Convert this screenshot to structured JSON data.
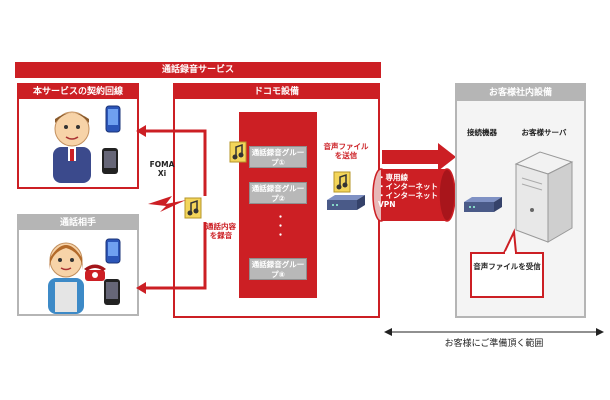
{
  "service": {
    "title": "通話録音サービス"
  },
  "contract_line": {
    "title": "本サービスの契約回線"
  },
  "counterpart": {
    "title": "通話相手"
  },
  "docomo": {
    "title": "ドコモ設備",
    "groups": [
      "通話録音グループ①",
      "通話録音グループ②",
      "通話録音グループ⑧"
    ],
    "dots": "・・・",
    "send_label": "音声ファイルを送信",
    "record_label": "通話内容を録音"
  },
  "network": {
    "foma_label": "FOMA Xi",
    "items": [
      "・専用線",
      "・インターネット",
      "・インターネットVPN"
    ]
  },
  "customer": {
    "title": "お客様社内設備",
    "connect_label": "接続機器",
    "server_label": "お客様サーバ",
    "receive_label": "音声ファイルを受信"
  },
  "scope_label": "お客様にご準備頂く範囲",
  "colors": {
    "accent": "#cc1f24",
    "gray": "#b5b5b5",
    "device": "#4a5a88"
  }
}
